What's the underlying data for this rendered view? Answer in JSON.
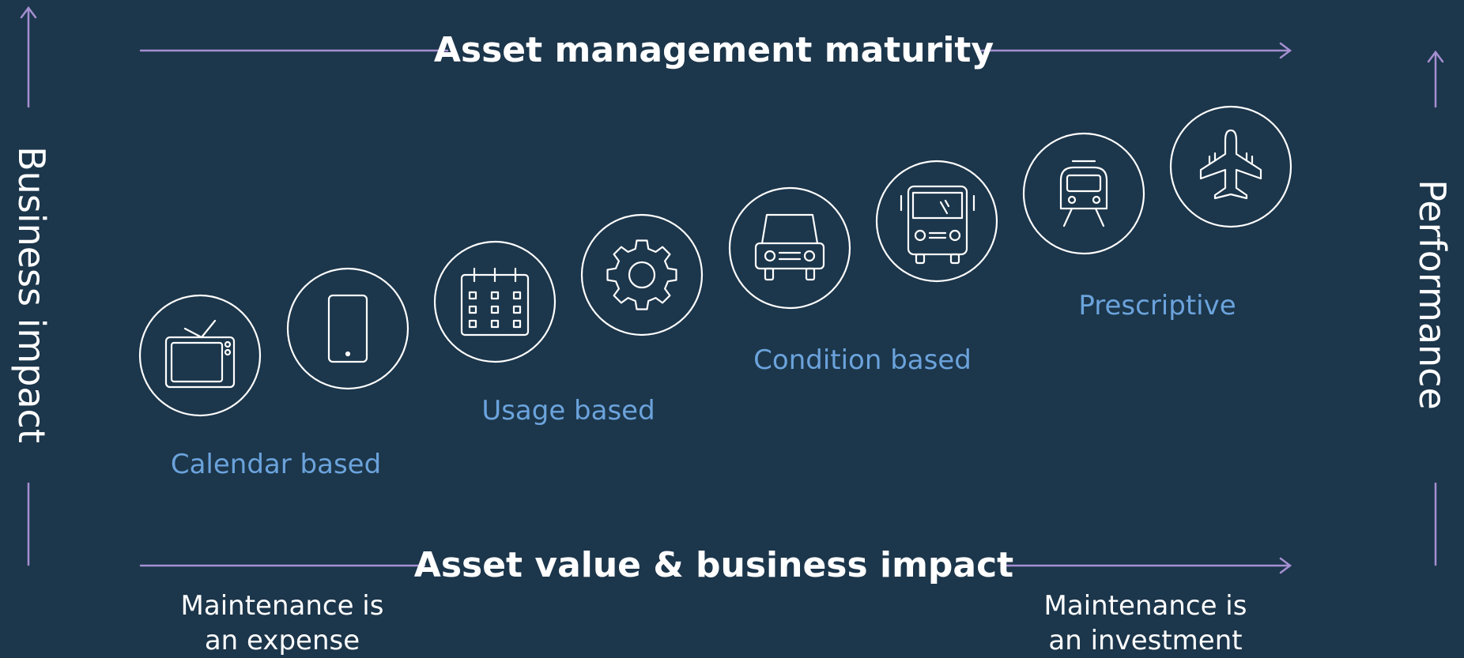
{
  "titles": {
    "top": "Asset management maturity",
    "bottom": "Asset value & business impact"
  },
  "side_labels": {
    "left": "Business impact",
    "right": "Performance"
  },
  "stages": {
    "calendar": "Calendar based",
    "usage": "Usage based",
    "condition": "Condition based",
    "prescriptive": "Prescriptive"
  },
  "notes": {
    "left": {
      "line1": "Maintenance is",
      "line2": "an expense"
    },
    "right": {
      "line1": "Maintenance is",
      "line2": "an investment"
    }
  },
  "icons": [
    "tv-icon",
    "tablet-icon",
    "calendar-icon",
    "gear-icon",
    "car-icon",
    "bus-icon",
    "train-icon",
    "airplane-icon"
  ],
  "colors": {
    "background": "#1c364b",
    "arrow": "#a58fd1",
    "stage_label": "#6ba3dc",
    "text": "#ffffff"
  }
}
